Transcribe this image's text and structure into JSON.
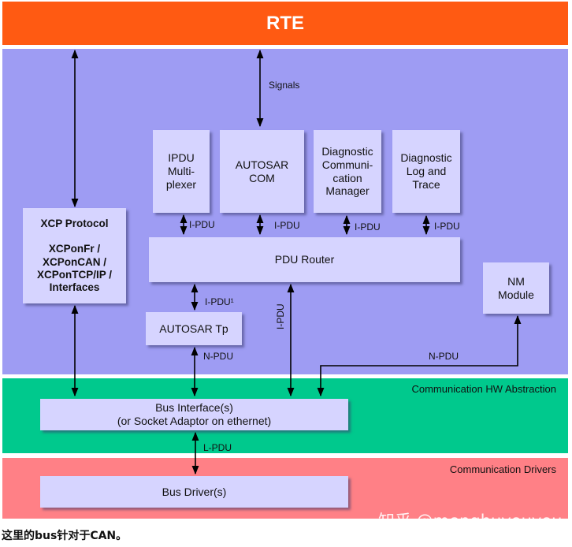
{
  "layers": {
    "rte": "RTE",
    "hw_abstraction": "Communication HW Abstraction",
    "drivers": "Communication Drivers"
  },
  "modules": {
    "xcp": "XCP Protocol\n\nXCPonFr /\nXCPonCAN /\nXCPonTCP/IP /\nInterfaces",
    "ipdu_mux": "IPDU\nMulti-\nplexer",
    "autosar_com": "AUTOSAR\nCOM",
    "dcm": "Diagnostic\nCommuni-\ncation\nManager",
    "dlt": "Diagnostic\nLog and\nTrace",
    "pdu_router": "PDU Router",
    "nm": "NM\nModule",
    "autosar_tp": "AUTOSAR Tp",
    "bus_interface": "Bus Interface(s)\n(or Socket Adaptor on ethernet)",
    "bus_driver": "Bus Driver(s)"
  },
  "labels": {
    "signals": "Signals",
    "ipdu_1": "I-PDU",
    "ipdu_2": "I-PDU",
    "ipdu_3": "I-PDU",
    "ipdu_4": "I-PDU",
    "ipdu_tp": "I-PDU¹",
    "ipdu_vertical": "I-PDU",
    "npdu_tp": "N-PDU",
    "npdu_nm": "N-PDU",
    "lpdu": "L-PDU"
  },
  "footer": "这里的bus针对于CAN。",
  "watermark": "知乎 @menghuyouyou"
}
